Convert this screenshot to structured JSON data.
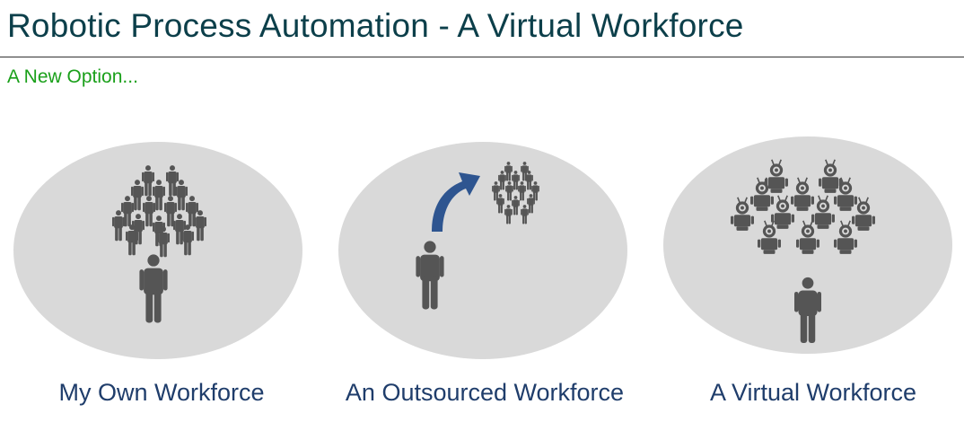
{
  "header": {
    "title": "Robotic Process Automation - A Virtual Workforce",
    "subtitle": "A New Option..."
  },
  "panels": [
    {
      "caption": "My Own Workforce",
      "illustration": "person-with-crowd-icon"
    },
    {
      "caption": "An Outsourced Workforce",
      "illustration": "person-arrow-remote-crowd-icon"
    },
    {
      "caption": "A Virtual Workforce",
      "illustration": "person-with-robot-crowd-icon"
    }
  ],
  "colors": {
    "title": "#0c3f4a",
    "subtitle": "#1aa01a",
    "caption": "#1f3d6b",
    "ellipse": "#d9d9d9",
    "figure": "#555555",
    "arrow": "#2e5590"
  }
}
